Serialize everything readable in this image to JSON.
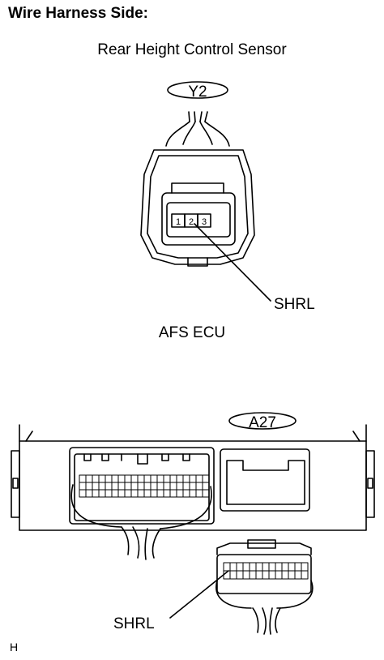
{
  "title": "Wire Harness Side:",
  "sensor": {
    "name": "Rear Height Control Sensor",
    "connector_code": "Y2",
    "pins": [
      "1",
      "2",
      "3"
    ],
    "wire_label": "SHRL"
  },
  "ecu": {
    "name": "AFS ECU",
    "connector_code": "A27",
    "wire_label": "SHRL"
  },
  "figure_code": "H"
}
